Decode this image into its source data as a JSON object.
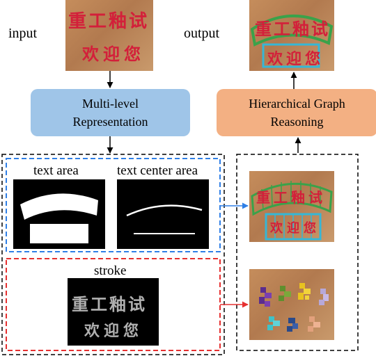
{
  "labels": {
    "input": "input",
    "output": "output",
    "text_area": "text area",
    "text_center_area": "text center area",
    "stroke": "stroke"
  },
  "stages": {
    "representation": "Multi-level Representation",
    "reasoning": "Hierarchical Graph Reasoning"
  },
  "sign_text": {
    "line1": "重工釉试",
    "line2": "欢迎您"
  },
  "colors": {
    "representation_box": "#9fc5e8",
    "reasoning_box": "#f3b083",
    "blue_dashed": "#2f7fe6",
    "red_dashed": "#e63030",
    "green_outline": "#3aa24a",
    "cyan_outline": "#35b7d6",
    "sign_red": "#d3203a"
  }
}
